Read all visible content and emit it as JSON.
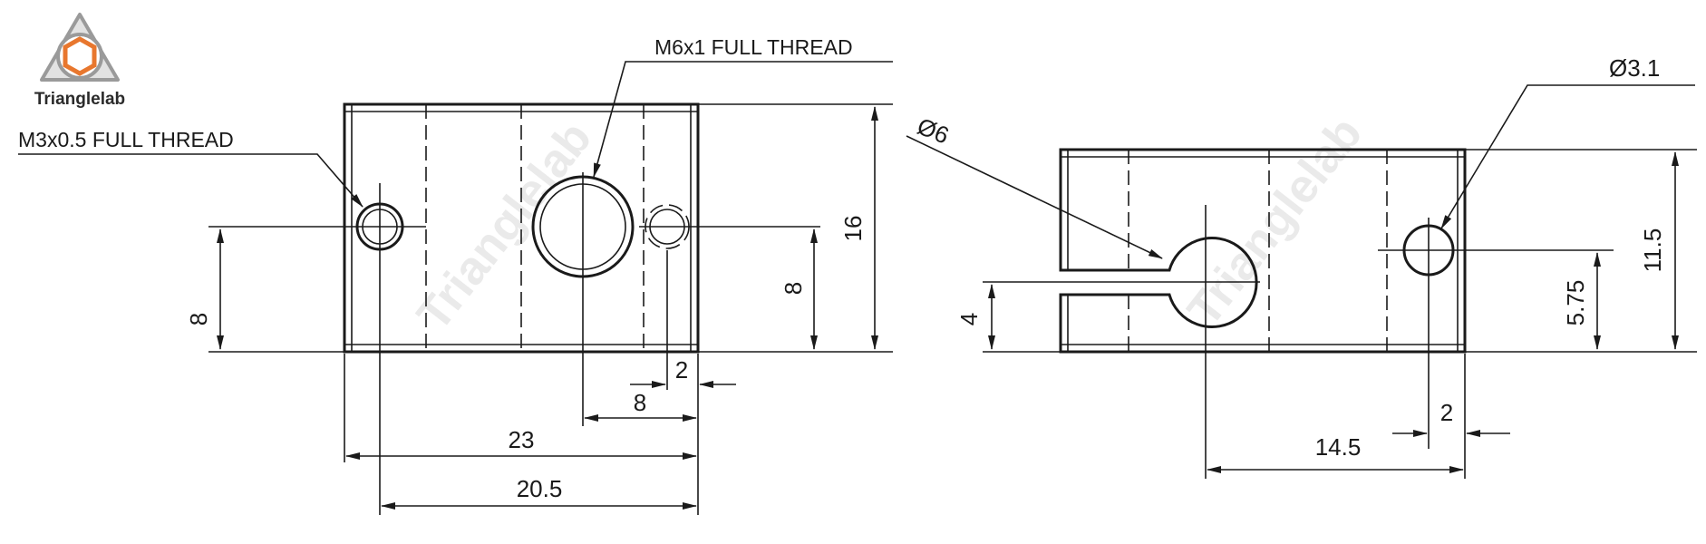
{
  "logo": {
    "brand": "Trianglelab",
    "colors": {
      "outer": "#e2e2e2",
      "ring": "#9a9a9a",
      "hexagon": "#e8772e"
    }
  },
  "watermark": "Trianglelab",
  "front_view": {
    "notes": {
      "m6_thread": "M6x1 FULL THREAD",
      "m3_thread": "M3x0.5 FULL THREAD"
    },
    "dims": {
      "height_16": "16",
      "left_8": "8",
      "right_8": "8",
      "gap_2": "2",
      "offset_8": "8",
      "width_23": "23",
      "width_20_5": "20.5"
    }
  },
  "side_view": {
    "dims": {
      "dia_6": "Ø6",
      "dia_3_1": "Ø3.1",
      "height_11_5": "11.5",
      "height_5_75": "5.75",
      "slot_4": "4",
      "gap_2": "2",
      "width_14_5": "14.5"
    }
  }
}
